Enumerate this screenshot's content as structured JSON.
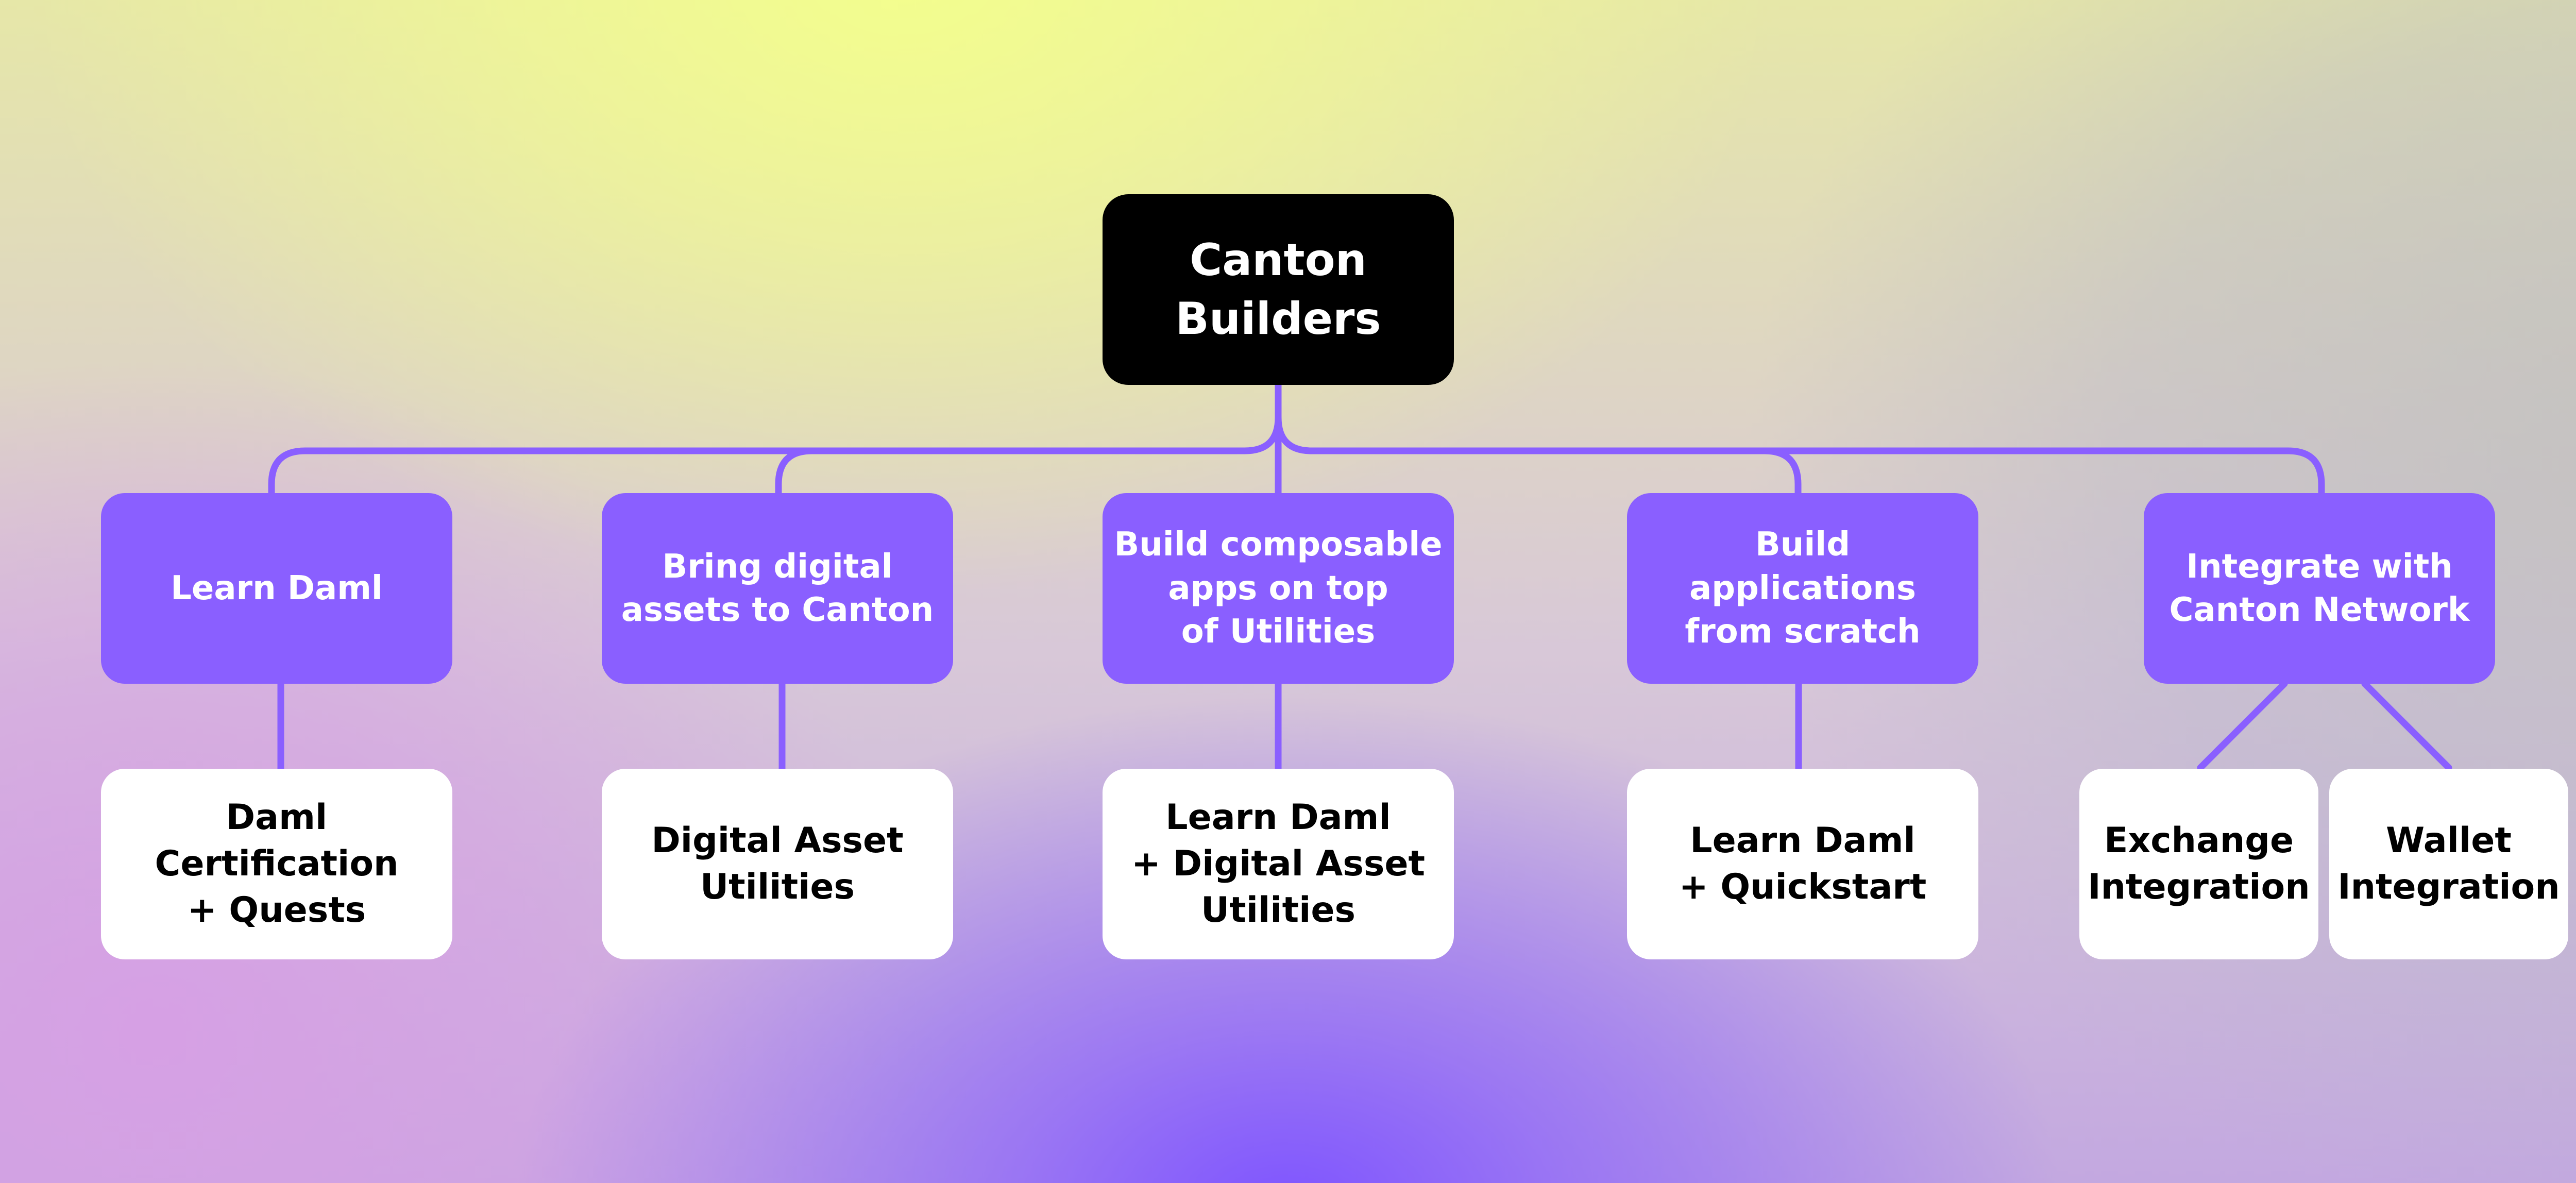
{
  "colors": {
    "root_bg": "#000000",
    "category_bg": "#8a5fff",
    "resource_bg": "#ffffff",
    "connector": "#8a5fff"
  },
  "diagram": {
    "root": {
      "label": "Canton\nBuilders"
    },
    "categories": [
      {
        "label": "Learn Daml",
        "resources": [
          "Daml\nCertification\n+  Quests"
        ]
      },
      {
        "label": "Bring digital\nassets to Canton",
        "resources": [
          "Digital Asset\nUtilities"
        ]
      },
      {
        "label": "Build composable\napps on top\nof Utilities",
        "resources": [
          "Learn Daml\n+ Digital Asset\nUtilities"
        ]
      },
      {
        "label": "Build applications\nfrom scratch",
        "resources": [
          "Learn Daml\n+ Quickstart"
        ]
      },
      {
        "label": "Integrate with\nCanton Network",
        "resources": [
          "Exchange\nIntegration",
          "Wallet\nIntegration"
        ]
      }
    ]
  }
}
